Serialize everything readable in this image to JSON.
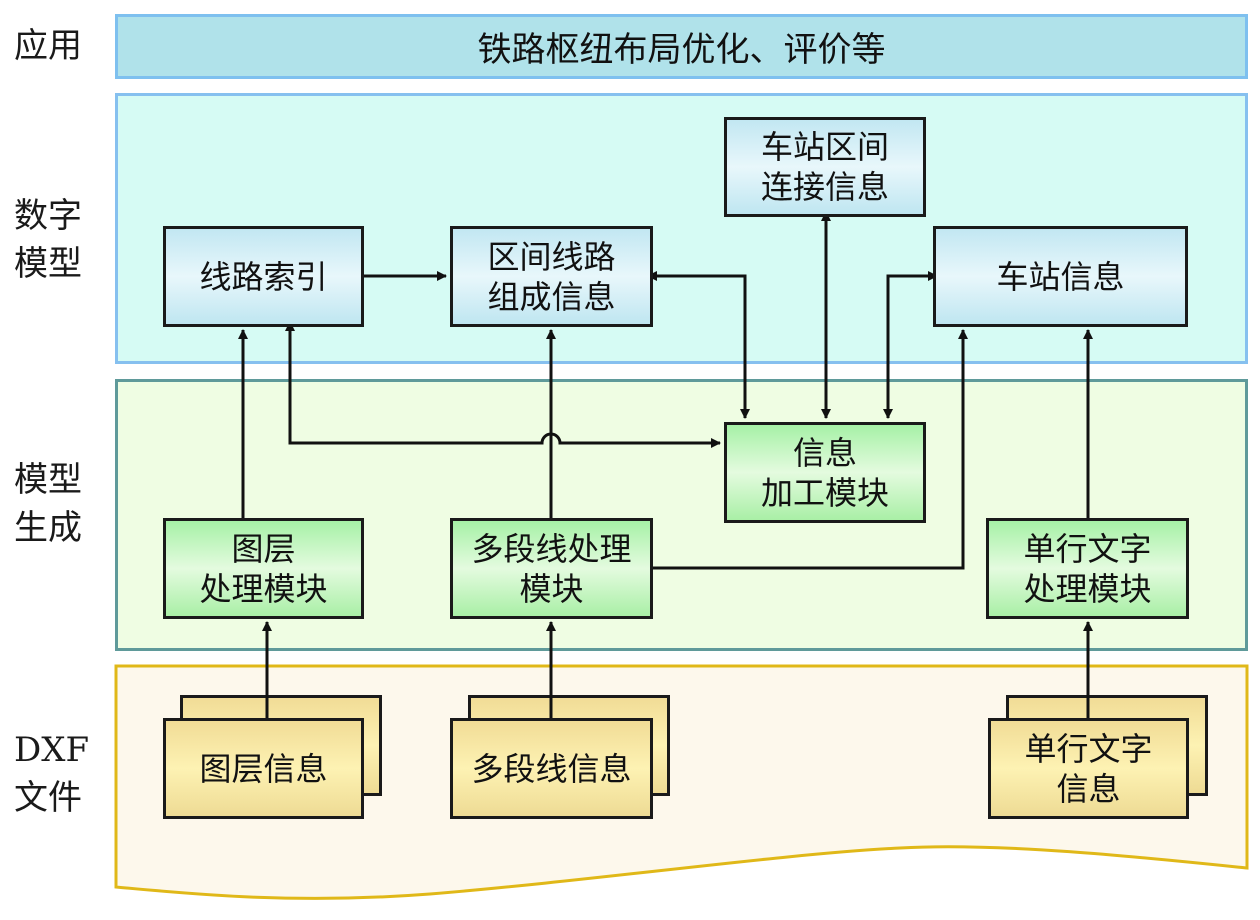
{
  "layers": {
    "application": "应用",
    "digital_model": "数字\n模型",
    "model_generation": "模型\n生成",
    "dxf_file": "DXF\n文件"
  },
  "application_band": {
    "title": "铁路枢纽布局优化、评价等"
  },
  "digital_model": {
    "route_index": "线路索引",
    "section_route_composition": "区间线路\n组成信息",
    "station_section_connection": "车站区间\n连接信息",
    "station_info": "车站信息"
  },
  "model_generation": {
    "info_processing_module": "信息\n加工模块",
    "layer_processing_module": "图层\n处理模块",
    "polyline_processing_module": "多段线处理\n模块",
    "single_text_processing_module": "单行文字\n处理模块"
  },
  "dxf": {
    "layer_info": "图层信息",
    "polyline_info": "多段线信息",
    "single_text_info": "单行文字\n信息"
  },
  "colors": {
    "app_band": "#b0e2ea",
    "digital_band": "#d6fbf4",
    "generation_band": "#effde3",
    "dxf_band": "#fdf8ec",
    "dxf_border": "#e0b818"
  }
}
